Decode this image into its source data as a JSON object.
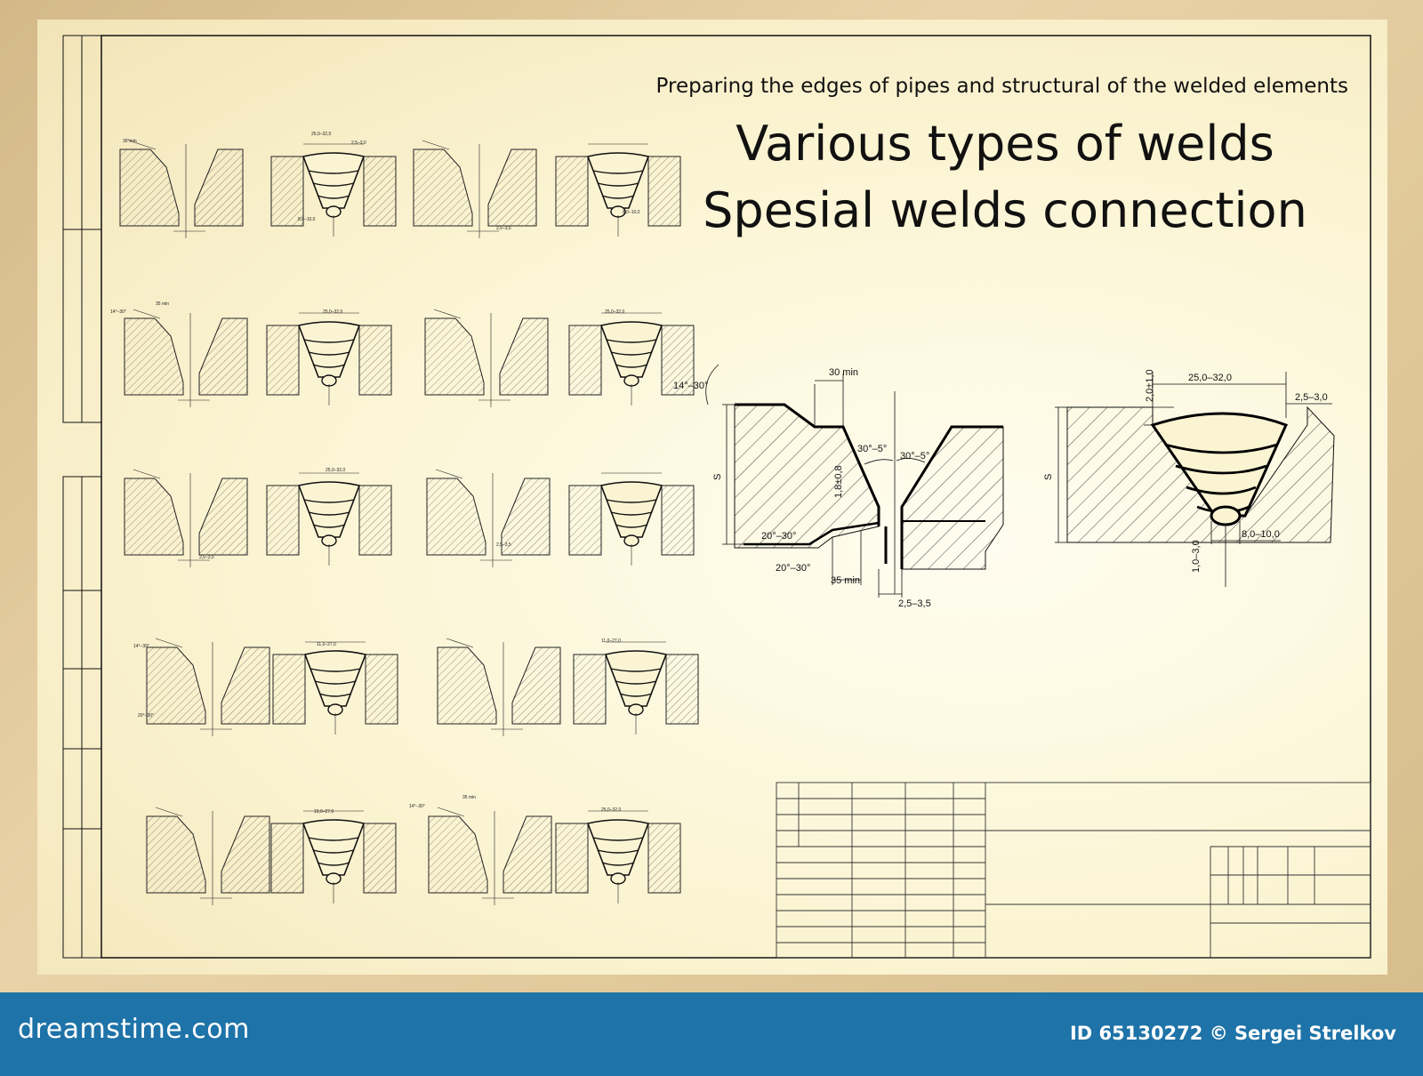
{
  "document": {
    "subtitle": "Preparing the edges of pipes and structural of the welded elements",
    "title_line_1": "Various types of welds",
    "title_line_2": "Spesial welds connection"
  },
  "large_detail": {
    "groove": {
      "bevel_angle": "14°–30°",
      "top_land": "30 min",
      "thickness": "S",
      "root_angle_left": "30°–5°",
      "root_angle_right": "30°–5°",
      "root_face": "1,8±0,8",
      "bottom_angle_1": "20°–30°",
      "bottom_angle_2": "20°–30°",
      "step": "35 min",
      "gap": "2,5–3,5"
    },
    "weld": {
      "width": "25,0–32,0",
      "cap_height": "2,0±1,0",
      "overlap": "2,5–3,0",
      "thickness": "S",
      "root_width": "8,0–10,0",
      "root_height": "1,0–3,0"
    }
  },
  "small_details": {
    "labels": [
      "30°min",
      "25,0–32,0",
      "2,5–3,0",
      "2,0±1,0",
      "8,0–10,0",
      "1,0–3,0",
      "2,5–3,5",
      "35 min",
      "14°–30°",
      "19,0–27,0",
      "11,0–27,0",
      "20°–30°"
    ]
  },
  "footer": {
    "brand": "dreamstime.com",
    "credit": "ID 65130272 © Sergei Strelkov"
  },
  "colors": {
    "frame_outer": "#d4b888",
    "paper": "#fbf4d2",
    "ink": "#111111",
    "footer_bar": "#1e73a8"
  }
}
